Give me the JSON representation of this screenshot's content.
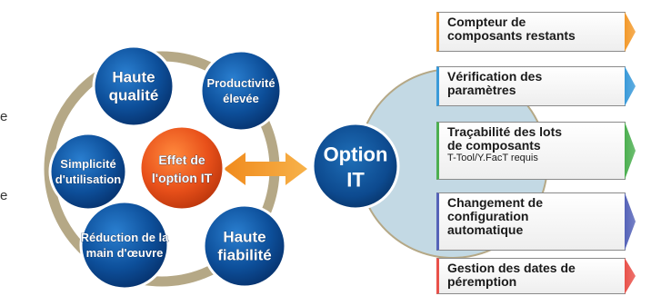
{
  "left_cycle": {
    "center": [
      "Effet de",
      "l'option IT"
    ],
    "nodes": [
      {
        "lines": [
          "Haute",
          "qualité"
        ]
      },
      {
        "lines": [
          "Productivité",
          "élevée"
        ]
      },
      {
        "lines": [
          "Haute",
          "fiabilité"
        ]
      },
      {
        "lines": [
          "Réduction de la",
          "main d'œuvre"
        ]
      },
      {
        "lines": [
          "Simplicité",
          "d'utilisation"
        ]
      }
    ]
  },
  "hub": {
    "lines": [
      "Option",
      "IT"
    ]
  },
  "edge_fragments": [
    "e",
    "e"
  ],
  "features": [
    {
      "lines": [
        "Compteur de",
        "composants restants"
      ],
      "note": "",
      "color": "#f39a2c"
    },
    {
      "lines": [
        "Vérification des",
        "paramètres"
      ],
      "note": "",
      "color": "#3a9ad9"
    },
    {
      "lines": [
        "Traçabilité des lots",
        "de composants"
      ],
      "note": "T-Tool/Y.FacT requis",
      "color": "#4caf50"
    },
    {
      "lines": [
        "Changement de",
        "configuration",
        "automatique"
      ],
      "note": "",
      "color": "#5563b8"
    },
    {
      "lines": [
        "Gestion des dates de",
        "péremption"
      ],
      "note": "",
      "color": "#e9514a"
    }
  ]
}
